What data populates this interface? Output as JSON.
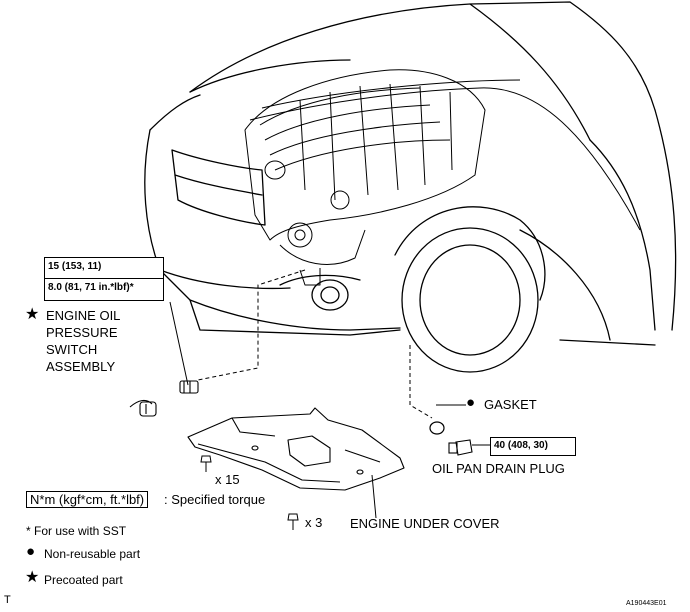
{
  "callouts": {
    "torque_switch_1": "15 (153, 11)",
    "torque_switch_2": "8.0 (81, 71 in.*lbf)*",
    "switch_name_1": "ENGINE OIL",
    "switch_name_2": "PRESSURE",
    "switch_name_3": "SWITCH",
    "switch_name_4": "ASSEMBLY",
    "gasket": "GASKET",
    "drain_plug_torque": "40 (408, 30)",
    "drain_plug": "OIL PAN DRAIN PLUG",
    "bolt_count_15": "x 15",
    "bolt_count_3": "x 3",
    "under_cover": "ENGINE UNDER COVER"
  },
  "legend": {
    "torque_units": "N*m (kgf*cm, ft.*lbf)",
    "torque_text": ": Specified torque",
    "sst_note": "* For use with SST",
    "non_reusable": "Non-reusable part",
    "precoated": "Precoated part"
  },
  "symbols": {
    "star": "★",
    "dot": "●"
  },
  "footer": {
    "corner_letter": "T",
    "figure_id": "A190443E01"
  }
}
